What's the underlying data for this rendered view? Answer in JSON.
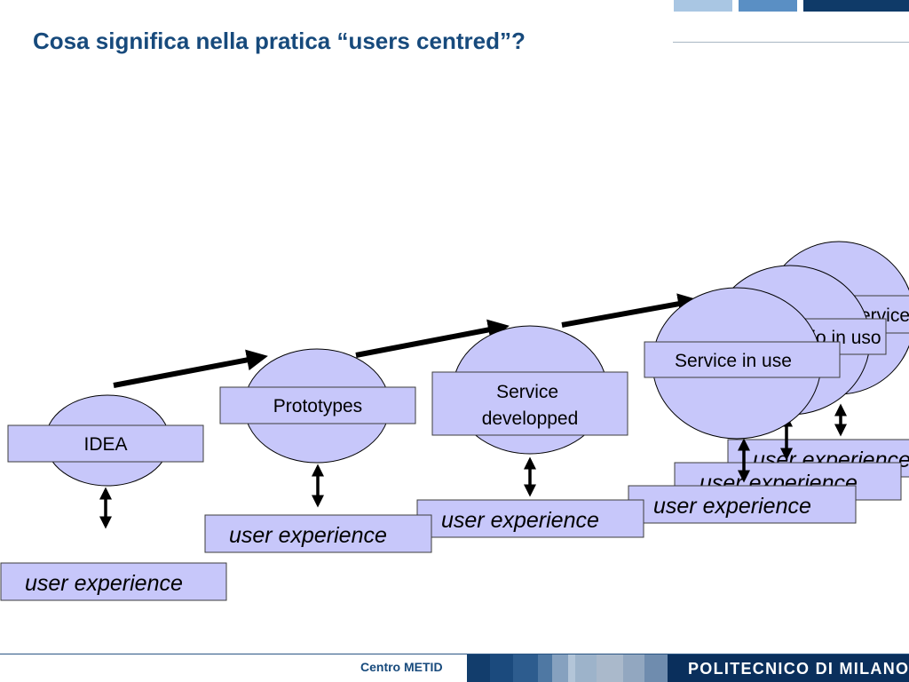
{
  "slide": {
    "title": "Cosa significa nella pratica “users centred”?"
  },
  "diagram": {
    "stages": [
      {
        "label_lines": [
          "IDEA"
        ]
      },
      {
        "label_lines": [
          "Prototypes"
        ]
      },
      {
        "label_lines": [
          "Service",
          "developped"
        ]
      },
      {
        "label_lines": [
          "Service in use"
        ]
      },
      {
        "label_lines": [
          "Servizio in uso"
        ]
      },
      {
        "label_lines": [
          "Service in use"
        ]
      }
    ],
    "user_experience_label": "user experience"
  },
  "footer": {
    "center_label": "Centro METID",
    "logo_text": "POLITECNICO DI MILANO"
  },
  "colors": {
    "title": "#174a7c",
    "shape_fill": "#c7c7fa",
    "footer_dark": "#0a2f5c"
  }
}
